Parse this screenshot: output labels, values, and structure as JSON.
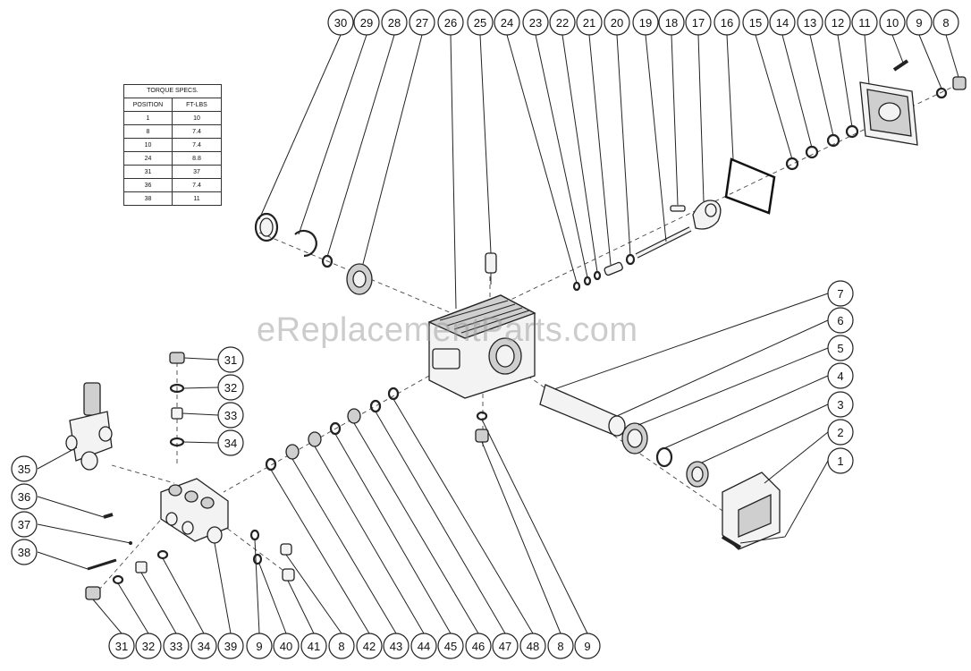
{
  "watermark": "eReplacementParts.com",
  "torque_table": {
    "title": "TORQUE SPECS.",
    "headers": [
      "POSITION",
      "FT-LBS"
    ],
    "rows": [
      [
        "1",
        "10"
      ],
      [
        "8",
        "7.4"
      ],
      [
        "10",
        "7.4"
      ],
      [
        "24",
        "8.8"
      ],
      [
        "31",
        "37"
      ],
      [
        "36",
        "7.4"
      ],
      [
        "38",
        "11"
      ]
    ]
  },
  "callouts": {
    "top": [
      "30",
      "29",
      "28",
      "27",
      "26",
      "25",
      "24",
      "23",
      "22",
      "21",
      "20",
      "19",
      "18",
      "17",
      "16",
      "15",
      "14",
      "13",
      "12",
      "11",
      "10",
      "9",
      "8"
    ],
    "right": [
      "7",
      "6",
      "5",
      "4",
      "3",
      "2",
      "1"
    ],
    "left_valve": [
      "31",
      "32",
      "33",
      "34"
    ],
    "left": [
      "35",
      "36",
      "37",
      "38"
    ],
    "bottom": [
      "31",
      "32",
      "33",
      "34",
      "39",
      "9",
      "40",
      "41",
      "8",
      "42",
      "43",
      "44",
      "45",
      "46",
      "47",
      "48",
      "8",
      "9"
    ]
  }
}
